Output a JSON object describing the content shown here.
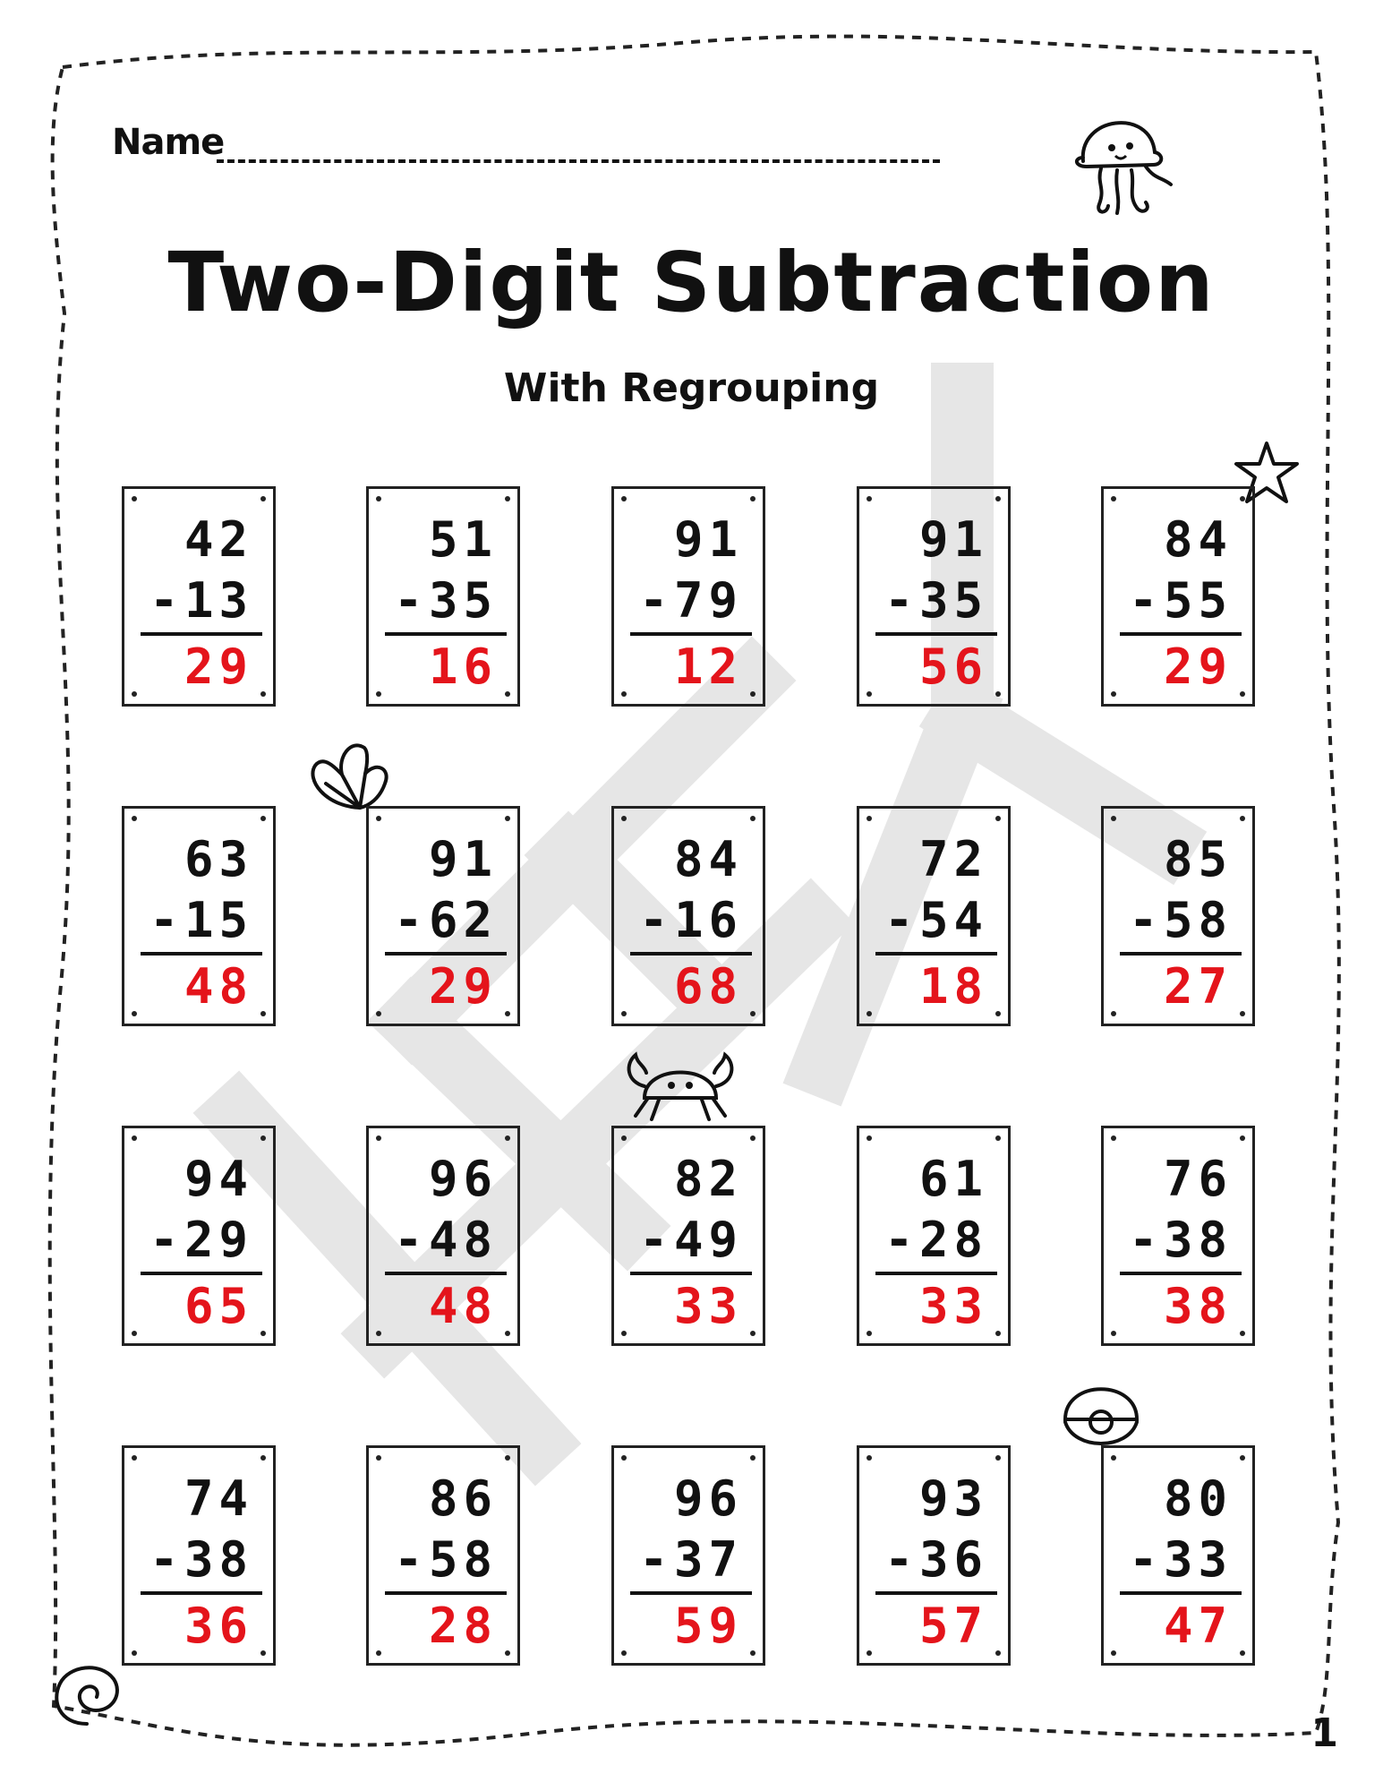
{
  "header": {
    "name_label": "Name",
    "title": "Two-Digit Subtraction",
    "subtitle": "With Regrouping"
  },
  "watermark": "KEY",
  "problems": [
    {
      "top": "42",
      "bottom": "13",
      "answer": "29"
    },
    {
      "top": "51",
      "bottom": "35",
      "answer": "16"
    },
    {
      "top": "91",
      "bottom": "79",
      "answer": "12"
    },
    {
      "top": "91",
      "bottom": "35",
      "answer": "56"
    },
    {
      "top": "84",
      "bottom": "55",
      "answer": "29"
    },
    {
      "top": "63",
      "bottom": "15",
      "answer": "48"
    },
    {
      "top": "91",
      "bottom": "62",
      "answer": "29"
    },
    {
      "top": "84",
      "bottom": "16",
      "answer": "68"
    },
    {
      "top": "72",
      "bottom": "54",
      "answer": "18"
    },
    {
      "top": "85",
      "bottom": "58",
      "answer": "27"
    },
    {
      "top": "94",
      "bottom": "29",
      "answer": "65"
    },
    {
      "top": "96",
      "bottom": "48",
      "answer": "48"
    },
    {
      "top": "82",
      "bottom": "49",
      "answer": "33"
    },
    {
      "top": "61",
      "bottom": "28",
      "answer": "33"
    },
    {
      "top": "76",
      "bottom": "38",
      "answer": "38"
    },
    {
      "top": "74",
      "bottom": "38",
      "answer": "36"
    },
    {
      "top": "86",
      "bottom": "58",
      "answer": "28"
    },
    {
      "top": "96",
      "bottom": "37",
      "answer": "59"
    },
    {
      "top": "93",
      "bottom": "36",
      "answer": "57"
    },
    {
      "top": "80",
      "bottom": "33",
      "answer": "47"
    }
  ],
  "operator": "-",
  "answer_color": "#e4141b",
  "decorations": [
    "jellyfish-icon",
    "starfish-icon",
    "shell-icon",
    "crab-icon",
    "clam-icon",
    "snail-icon"
  ],
  "page_number": "1"
}
